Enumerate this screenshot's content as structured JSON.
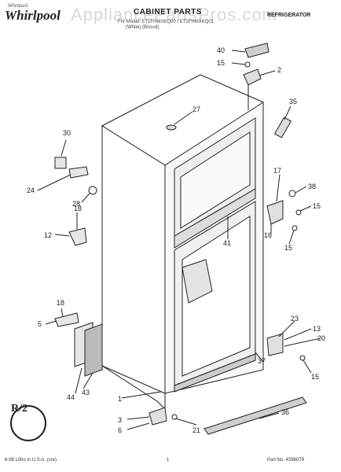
{
  "header": {
    "logo_text": "Whirlpool",
    "logo_small": "Whirlpool",
    "watermark": "AppliancePartsPros.com",
    "title": "CABINET PARTS",
    "subtitle": "For Model: ET1FHMXKQ00 / ET1FHMXKQ01",
    "subtitle2": "(White)            (Biscuit)",
    "appliance": "REFRIGERATOR"
  },
  "callouts": {
    "c40": "40",
    "c15a": "15",
    "c2": "2",
    "c27": "27",
    "c35": "35",
    "c30": "30",
    "c24": "24",
    "c28": "28",
    "c18a": "18",
    "c12": "12",
    "c17": "17",
    "c38": "38",
    "c15b": "15",
    "c16": "16",
    "c15c": "15",
    "c41": "41",
    "c18b": "18",
    "c5": "5",
    "c23": "23",
    "c13": "13",
    "c20": "20",
    "c15d": "15",
    "c37": "37",
    "c44": "44",
    "c43": "43",
    "c1": "1",
    "c36": "36",
    "c3": "3",
    "c6": "6",
    "c21": "21"
  },
  "badge": "R/2",
  "footer": {
    "left": "6-98 Litho in U.S.A. (cre)",
    "page": "1",
    "part_no": "Part No. 4396079"
  }
}
